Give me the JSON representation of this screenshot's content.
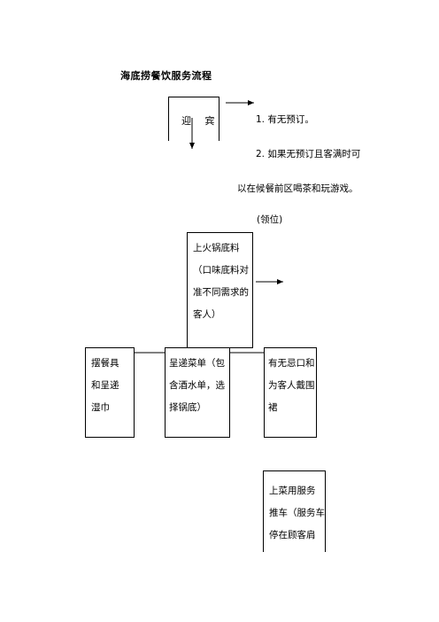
{
  "title": "海底捞餐饮服务流程",
  "welcome": {
    "label": "迎 宾"
  },
  "notes": {
    "item1": "1.  有无预订。",
    "item2": "2.  如果无预订且客满时可",
    "item2_cont": "以在候餐前区喝茶和玩游戏。",
    "seat": "(领位)"
  },
  "hotpot_base_box": {
    "lines": [
      "上火锅底料",
      "（口味底料对",
      "准不同需求的",
      "客人）"
    ]
  },
  "row_boxes": {
    "left": {
      "lines": [
        "摆餐具",
        "和呈递",
        "湿巾"
      ]
    },
    "middle": {
      "lines": [
        "呈递菜单（包",
        "含酒水单，选",
        "择锅底）"
      ]
    },
    "right": {
      "lines": [
        "有无忌口和",
        "为客人戴围",
        "裙"
      ]
    }
  },
  "service_cart_box": {
    "lines": [
      "上菜用服务",
      "推车（服务车",
      "停在顾客肩"
    ]
  }
}
